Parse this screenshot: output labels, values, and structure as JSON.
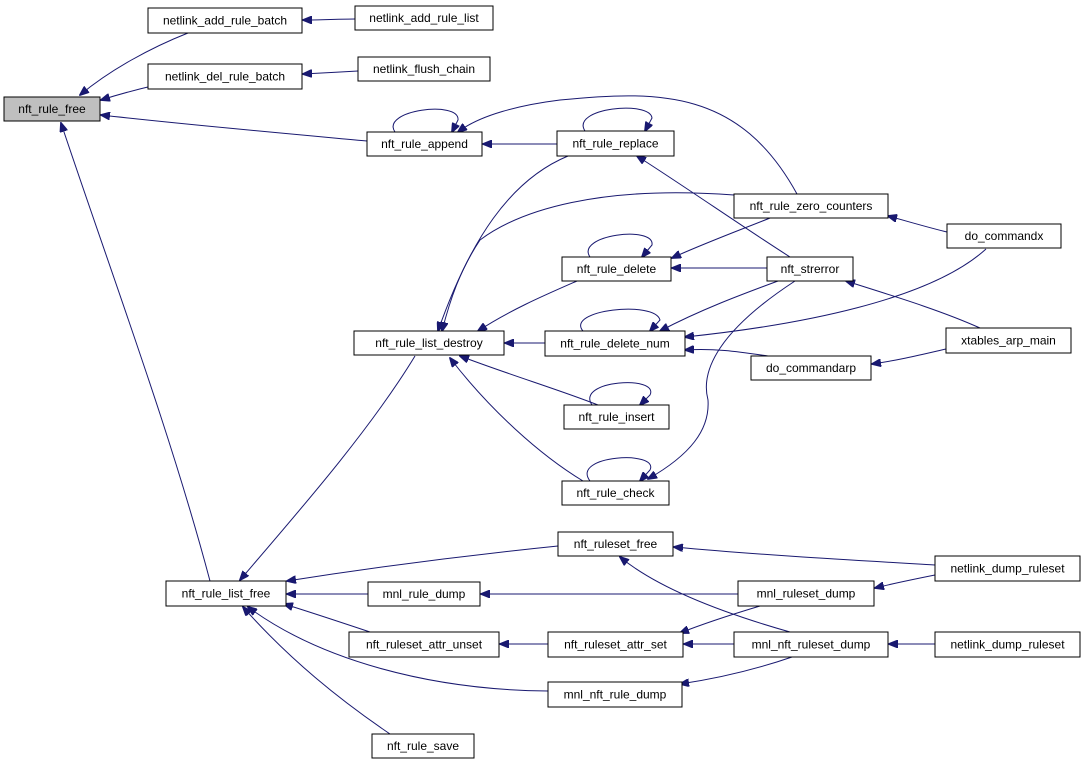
{
  "graph": {
    "title": "",
    "colors": {
      "edge": "#191970",
      "node_border": "#000000",
      "node_fill": "#ffffff",
      "highlight_fill": "#bfbfbf"
    },
    "nodes": [
      {
        "id": "nft_rule_free",
        "label": "nft_rule_free",
        "highlight": true
      },
      {
        "id": "netlink_add_rule_batch",
        "label": "netlink_add_rule_batch"
      },
      {
        "id": "netlink_add_rule_list",
        "label": "netlink_add_rule_list"
      },
      {
        "id": "netlink_del_rule_batch",
        "label": "netlink_del_rule_batch"
      },
      {
        "id": "netlink_flush_chain",
        "label": "netlink_flush_chain"
      },
      {
        "id": "nft_rule_append",
        "label": "nft_rule_append"
      },
      {
        "id": "nft_rule_replace",
        "label": "nft_rule_replace"
      },
      {
        "id": "nft_rule_zero_counters",
        "label": "nft_rule_zero_counters"
      },
      {
        "id": "do_commandx",
        "label": "do_commandx"
      },
      {
        "id": "nft_rule_delete",
        "label": "nft_rule_delete"
      },
      {
        "id": "nft_strerror",
        "label": "nft_strerror"
      },
      {
        "id": "nft_rule_list_destroy",
        "label": "nft_rule_list_destroy"
      },
      {
        "id": "nft_rule_delete_num",
        "label": "nft_rule_delete_num"
      },
      {
        "id": "xtables_arp_main",
        "label": "xtables_arp_main"
      },
      {
        "id": "do_commandarp",
        "label": "do_commandarp"
      },
      {
        "id": "nft_rule_insert",
        "label": "nft_rule_insert"
      },
      {
        "id": "nft_rule_check",
        "label": "nft_rule_check"
      },
      {
        "id": "nft_ruleset_free",
        "label": "nft_ruleset_free"
      },
      {
        "id": "netlink_dump_ruleset_1",
        "label": "netlink_dump_ruleset"
      },
      {
        "id": "nft_rule_list_free",
        "label": "nft_rule_list_free"
      },
      {
        "id": "mnl_rule_dump",
        "label": "mnl_rule_dump"
      },
      {
        "id": "mnl_ruleset_dump",
        "label": "mnl_ruleset_dump"
      },
      {
        "id": "nft_ruleset_attr_unset",
        "label": "nft_ruleset_attr_unset"
      },
      {
        "id": "nft_ruleset_attr_set",
        "label": "nft_ruleset_attr_set"
      },
      {
        "id": "mnl_nft_ruleset_dump",
        "label": "mnl_nft_ruleset_dump"
      },
      {
        "id": "netlink_dump_ruleset_2",
        "label": "netlink_dump_ruleset"
      },
      {
        "id": "mnl_nft_rule_dump",
        "label": "mnl_nft_rule_dump"
      },
      {
        "id": "nft_rule_save",
        "label": "nft_rule_save"
      }
    ],
    "edges": [
      {
        "from": "netlink_add_rule_batch",
        "to": "nft_rule_free"
      },
      {
        "from": "netlink_del_rule_batch",
        "to": "nft_rule_free"
      },
      {
        "from": "nft_rule_append",
        "to": "nft_rule_free"
      },
      {
        "from": "nft_rule_list_free",
        "to": "nft_rule_free"
      },
      {
        "from": "netlink_add_rule_list",
        "to": "netlink_add_rule_batch"
      },
      {
        "from": "netlink_flush_chain",
        "to": "netlink_del_rule_batch"
      },
      {
        "from": "nft_rule_append",
        "to": "nft_rule_append"
      },
      {
        "from": "nft_rule_replace",
        "to": "nft_rule_append"
      },
      {
        "from": "nft_rule_zero_counters",
        "to": "nft_rule_append"
      },
      {
        "from": "nft_rule_replace",
        "to": "nft_rule_replace"
      },
      {
        "from": "nft_strerror",
        "to": "nft_rule_replace"
      },
      {
        "from": "do_commandx",
        "to": "nft_rule_zero_counters"
      },
      {
        "from": "nft_rule_replace",
        "to": "nft_rule_list_destroy"
      },
      {
        "from": "nft_rule_zero_counters",
        "to": "nft_rule_list_destroy"
      },
      {
        "from": "nft_rule_delete",
        "to": "nft_rule_list_destroy"
      },
      {
        "from": "nft_rule_delete_num",
        "to": "nft_rule_list_destroy"
      },
      {
        "from": "nft_rule_insert",
        "to": "nft_rule_list_destroy"
      },
      {
        "from": "nft_rule_check",
        "to": "nft_rule_list_destroy"
      },
      {
        "from": "nft_rule_list_destroy",
        "to": "nft_rule_list_free"
      },
      {
        "from": "nft_rule_delete",
        "to": "nft_rule_delete"
      },
      {
        "from": "nft_rule_zero_counters",
        "to": "nft_rule_delete"
      },
      {
        "from": "nft_strerror",
        "to": "nft_rule_delete"
      },
      {
        "from": "nft_rule_delete_num",
        "to": "nft_rule_delete_num"
      },
      {
        "from": "nft_strerror",
        "to": "nft_rule_delete_num"
      },
      {
        "from": "do_commandx",
        "to": "nft_rule_delete_num"
      },
      {
        "from": "do_commandarp",
        "to": "nft_rule_delete_num"
      },
      {
        "from": "xtables_arp_main",
        "to": "nft_strerror"
      },
      {
        "from": "xtables_arp_main",
        "to": "do_commandarp"
      },
      {
        "from": "nft_rule_insert",
        "to": "nft_rule_insert"
      },
      {
        "from": "nft_rule_check",
        "to": "nft_rule_check"
      },
      {
        "from": "nft_strerror",
        "to": "nft_rule_check"
      },
      {
        "from": "nft_ruleset_free",
        "to": "nft_rule_list_free"
      },
      {
        "from": "mnl_rule_dump",
        "to": "nft_rule_list_free"
      },
      {
        "from": "nft_ruleset_attr_unset",
        "to": "nft_rule_list_free"
      },
      {
        "from": "mnl_nft_rule_dump",
        "to": "nft_rule_list_free"
      },
      {
        "from": "nft_rule_save",
        "to": "nft_rule_list_free"
      },
      {
        "from": "netlink_dump_ruleset_1",
        "to": "nft_ruleset_free"
      },
      {
        "from": "mnl_nft_ruleset_dump",
        "to": "nft_ruleset_free"
      },
      {
        "from": "mnl_ruleset_dump",
        "to": "mnl_rule_dump"
      },
      {
        "from": "netlink_dump_ruleset_1",
        "to": "mnl_ruleset_dump"
      },
      {
        "from": "nft_ruleset_attr_set",
        "to": "nft_ruleset_attr_unset"
      },
      {
        "from": "mnl_ruleset_dump",
        "to": "nft_ruleset_attr_set"
      },
      {
        "from": "mnl_nft_ruleset_dump",
        "to": "nft_ruleset_attr_set"
      },
      {
        "from": "netlink_dump_ruleset_2",
        "to": "mnl_nft_ruleset_dump"
      },
      {
        "from": "mnl_nft_ruleset_dump",
        "to": "mnl_nft_rule_dump"
      }
    ]
  }
}
